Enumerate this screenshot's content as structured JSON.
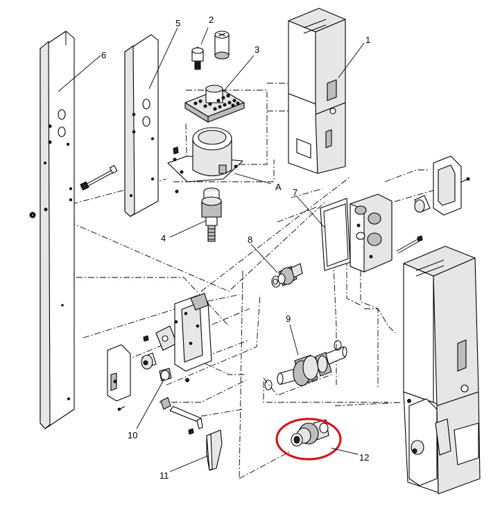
{
  "diagram": {
    "callouts": {
      "c1": "1",
      "c2": "2",
      "c3": "3",
      "c4": "4",
      "c5": "5",
      "c6": "6",
      "c7": "7",
      "c8": "8",
      "c9": "9",
      "c10": "10",
      "c11": "11",
      "c12": "12",
      "cA": "A"
    },
    "highlight_color": "#d0191f",
    "highlighted_part": "12"
  }
}
